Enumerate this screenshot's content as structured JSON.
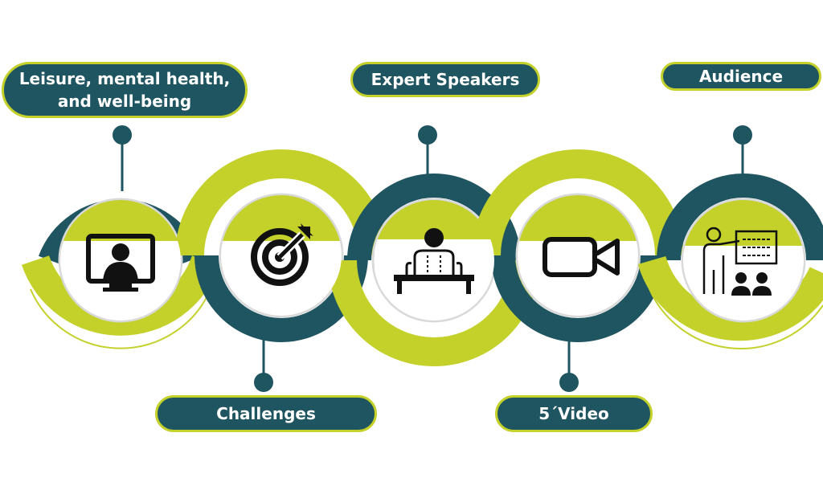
{
  "colors": {
    "teal": "#1f5560",
    "lime": "#c3d12a",
    "icon": "#111111"
  },
  "steps": [
    {
      "label": "Leisure, mental health,\nand well-being",
      "icon": "computer-user-icon",
      "label_position": "top"
    },
    {
      "label": "Challenges",
      "icon": "target-icon",
      "label_position": "bottom"
    },
    {
      "label": "Expert Speakers",
      "icon": "speaker-podium-icon",
      "label_position": "top"
    },
    {
      "label": "5´Video",
      "icon": "video-camera-icon",
      "label_position": "bottom"
    },
    {
      "label": "Audience",
      "icon": "presentation-audience-icon",
      "label_position": "top"
    }
  ]
}
